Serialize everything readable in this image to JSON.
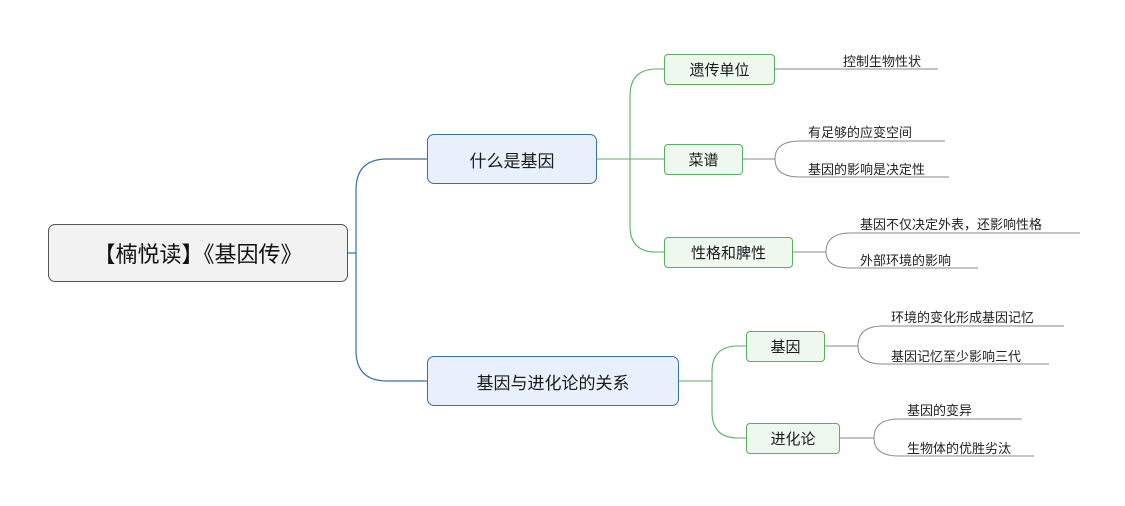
{
  "root": {
    "label": "【楠悦读】《基因传》"
  },
  "branches": [
    {
      "label": "什么是基因",
      "children": [
        {
          "label": "遗传单位",
          "leaves": [
            "控制生物性状"
          ]
        },
        {
          "label": "菜谱",
          "leaves": [
            "有足够的应变空间",
            "基因的影响是决定性"
          ]
        },
        {
          "label": "性格和脾性",
          "leaves": [
            "基因不仅决定外表，还影响性格",
            "外部环境的影响"
          ]
        }
      ]
    },
    {
      "label": "基因与进化论的关系",
      "children": [
        {
          "label": "基因",
          "leaves": [
            "环境的变化形成基因记忆",
            "基因记忆至少影响三代"
          ]
        },
        {
          "label": "进化论",
          "leaves": [
            "基因的变异",
            "生物体的优胜劣汰"
          ]
        }
      ]
    }
  ]
}
